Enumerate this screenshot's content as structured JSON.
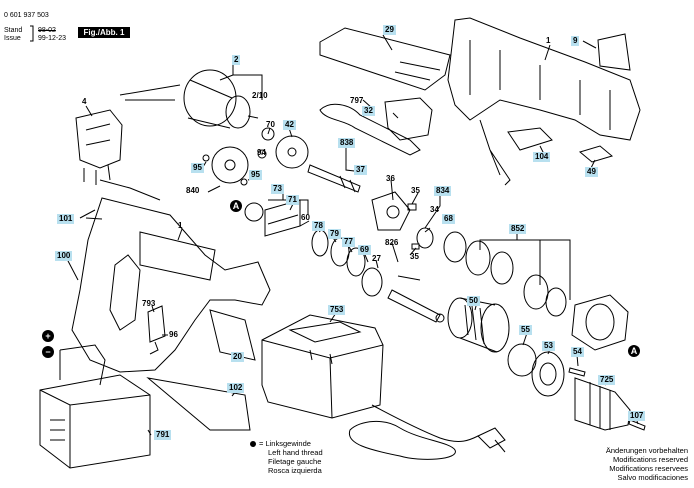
{
  "header": {
    "part_no": "0 601 937 503",
    "stand_label": "Stand",
    "issue_label": "Issue",
    "stand_value": "98-02",
    "issue_value": "99-12-23",
    "figure": "Fig./Abb. 1"
  },
  "legend": {
    "symbol_text": "= Linksgewinde",
    "lines": [
      "Left hand thread",
      "Filetage gauche",
      "Rosca izquierda"
    ]
  },
  "notice": {
    "lines": [
      "Änderungen vorbehalten",
      "Modifications reserved",
      "Modifications reservees",
      "Salvo modificaciones"
    ]
  },
  "markers": {
    "a": "A",
    "plus": "+",
    "minus": "−"
  },
  "labels": {
    "l29": "29",
    "l1a": "1",
    "l9": "9",
    "l2": "2",
    "l210": "2/10",
    "l4": "4",
    "l797": "797",
    "l32": "32",
    "l70": "70",
    "l42": "42",
    "l94": "94",
    "l95a": "95",
    "l95b": "95",
    "l840": "840",
    "l838": "838",
    "l37": "37",
    "l104": "104",
    "l49": "49",
    "l36": "36",
    "l35a": "35",
    "l834": "834",
    "l34": "34",
    "l68": "68",
    "l73": "73",
    "l71": "71",
    "l60": "60",
    "l78": "78",
    "l79": "79",
    "l77": "77",
    "l69": "69",
    "l27": "27",
    "l826": "826",
    "l35b": "35",
    "l852": "852",
    "l101": "101",
    "l1b": "1",
    "l100": "100",
    "l793": "793",
    "l96": "96",
    "l753": "753",
    "l50": "50",
    "l55": "55",
    "l53": "53",
    "l54": "54",
    "l20": "20",
    "l102": "102",
    "l791": "791",
    "l725": "725",
    "l107": "107"
  }
}
